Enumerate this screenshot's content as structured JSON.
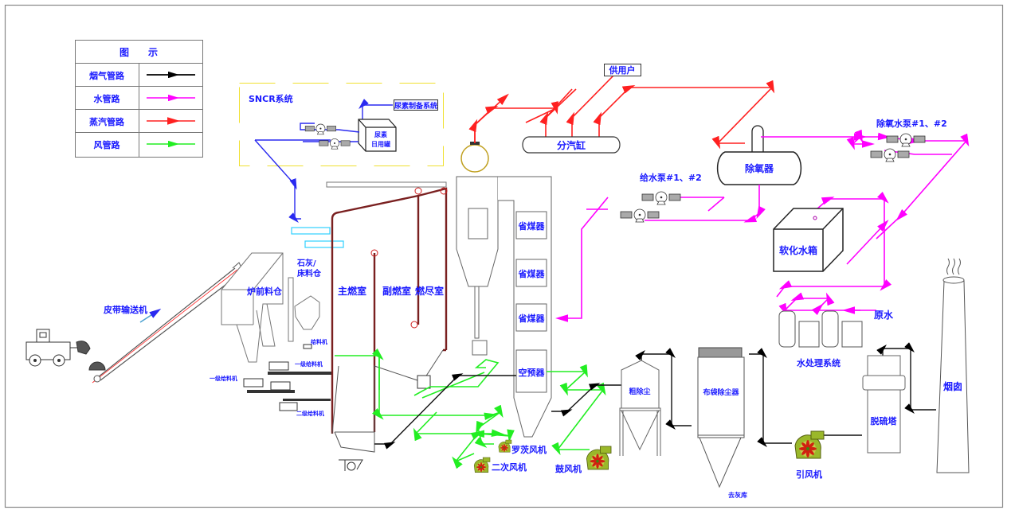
{
  "legend": {
    "title": "图　　示",
    "rows": [
      {
        "label": "烟气管路",
        "color": "#000000"
      },
      {
        "label": "水管路",
        "color": "#ff00ff"
      },
      {
        "label": "蒸汽管路",
        "color": "#ff2020"
      },
      {
        "label": "风管路",
        "color": "#22ee22"
      }
    ]
  },
  "labels": {
    "sncr_system": "SNCR系统",
    "urea_prep": "尿素制备系统",
    "urea_tank_1": "尿素",
    "urea_tank_2": "日用罐",
    "belt_conveyor": "皮带输送机",
    "furnace_bin": "炉前料仓",
    "lime_bin_1": "石灰/",
    "lime_bin_2": "床料仓",
    "feeder": "给料机",
    "feeder_1a": "一级给料机",
    "feeder_1b": "一级给料机",
    "feeder_2": "二级给料机",
    "main_chamber": "主燃室",
    "aux_chamber": "副燃室",
    "burnout_chamber": "燃尽室",
    "economizer_1": "省煤器",
    "economizer_2": "省煤器",
    "economizer_3": "省煤器",
    "air_preheater": "空预器",
    "steam_header": "分汽缸",
    "consumer": "供用户",
    "deaerator": "除氧器",
    "deaerator_pumps": "除氧水泵#1、#2",
    "feed_pumps": "给水泵#1、#2",
    "soft_water_tank": "软化水箱",
    "raw_water": "原水",
    "water_treatment": "水处理系统",
    "roots_blower": "罗茨风机",
    "secondary_fan": "二次风机",
    "blower": "鼓风机",
    "coarse_dust": "粗除尘",
    "bag_filter": "布袋除尘器",
    "to_ash": "去灰库",
    "id_fan": "引风机",
    "desulfurizer": "脱硫塔",
    "chimney": "烟囱"
  }
}
